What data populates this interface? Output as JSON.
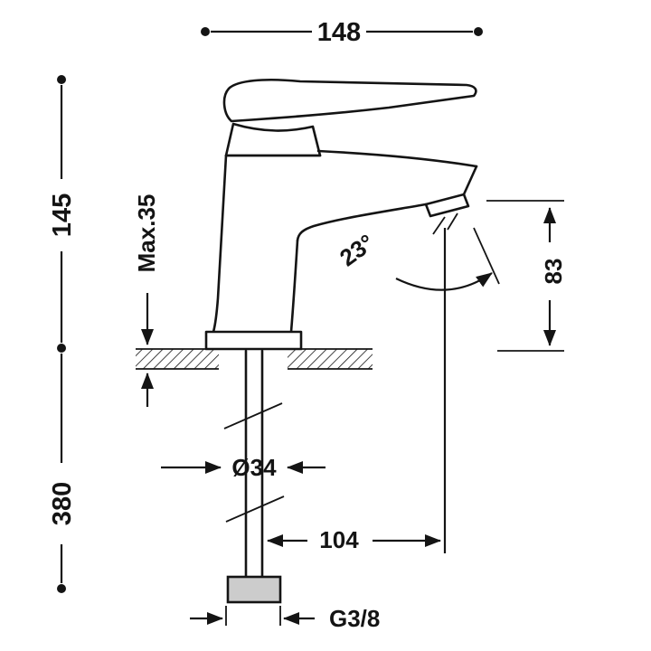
{
  "diagram": {
    "colors": {
      "line": "#141414",
      "background": "#ffffff"
    },
    "dimensions": {
      "overall_width": "148",
      "body_height": "145",
      "max_mounting_thickness": "Max.35",
      "supply_length": "380",
      "shank_diameter": "Ø34",
      "spout_reach": "104",
      "spout_height": "83",
      "spout_angle": "23°",
      "connection_thread": "G3/8"
    }
  }
}
